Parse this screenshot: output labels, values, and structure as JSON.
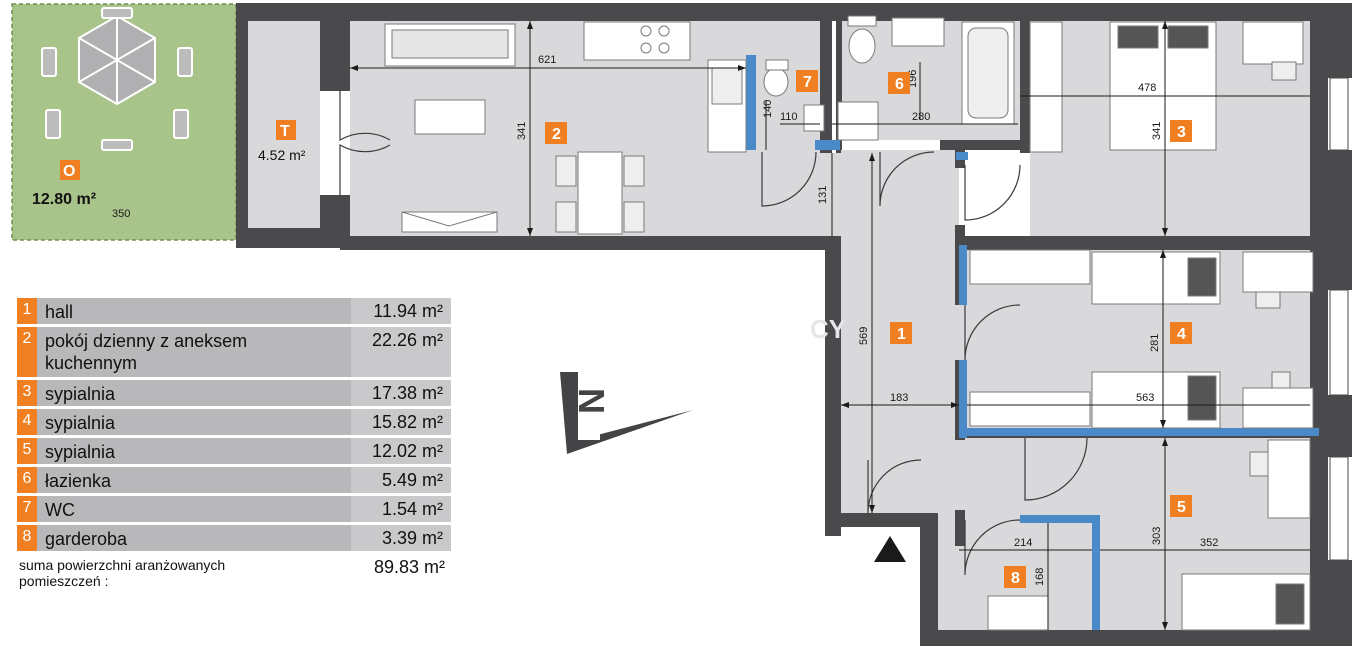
{
  "terrace": {
    "letter": "O",
    "area": "12.80 m²",
    "width": "350"
  },
  "vestibule": {
    "letter": "T",
    "area": "4.52 m²"
  },
  "room_badges": [
    "1",
    "2",
    "3",
    "4",
    "5",
    "6",
    "7",
    "8"
  ],
  "dimensions": {
    "living_width": "621",
    "living_depth": "341",
    "wc_height": "140",
    "wc_width": "110",
    "passage_131": "131",
    "bath_depth": "196",
    "bath_width": "280",
    "bed3_width": "478",
    "bed3_depth": "341",
    "hall_length": "569",
    "hall_width": "183",
    "bed4_depth": "281",
    "bed4_width": "563",
    "bed5_depth": "303",
    "bed5_width": "352",
    "wardrobe_width": "214",
    "wardrobe_depth": "168"
  },
  "legend": [
    {
      "num": "1",
      "name": "hall",
      "area": "11.94 m²"
    },
    {
      "num": "2",
      "name": "pokój dzienny z aneksem kuchennym",
      "area": "22.26 m²"
    },
    {
      "num": "3",
      "name": "sypialnia",
      "area": "17.38 m²"
    },
    {
      "num": "4",
      "name": "sypialnia",
      "area": "15.82 m²"
    },
    {
      "num": "5",
      "name": "sypialnia",
      "area": "12.02 m²"
    },
    {
      "num": "6",
      "name": "łazienka",
      "area": "5.49 m²"
    },
    {
      "num": "7",
      "name": "WC",
      "area": "1.54 m²"
    },
    {
      "num": "8",
      "name": "garderoba",
      "area": "3.39 m²"
    }
  ],
  "summary": {
    "label": "suma powierzchni aranżowanych pomieszczeń :",
    "value": "89.83 m²"
  },
  "compass": {
    "letter": "N"
  },
  "watermark": "CY",
  "colors": {
    "accent": "#f07f22",
    "wall": "#4a4a4c",
    "floor": "#d9d9db",
    "terrace": "#a8c48a",
    "partition": "#4a8ac8"
  }
}
